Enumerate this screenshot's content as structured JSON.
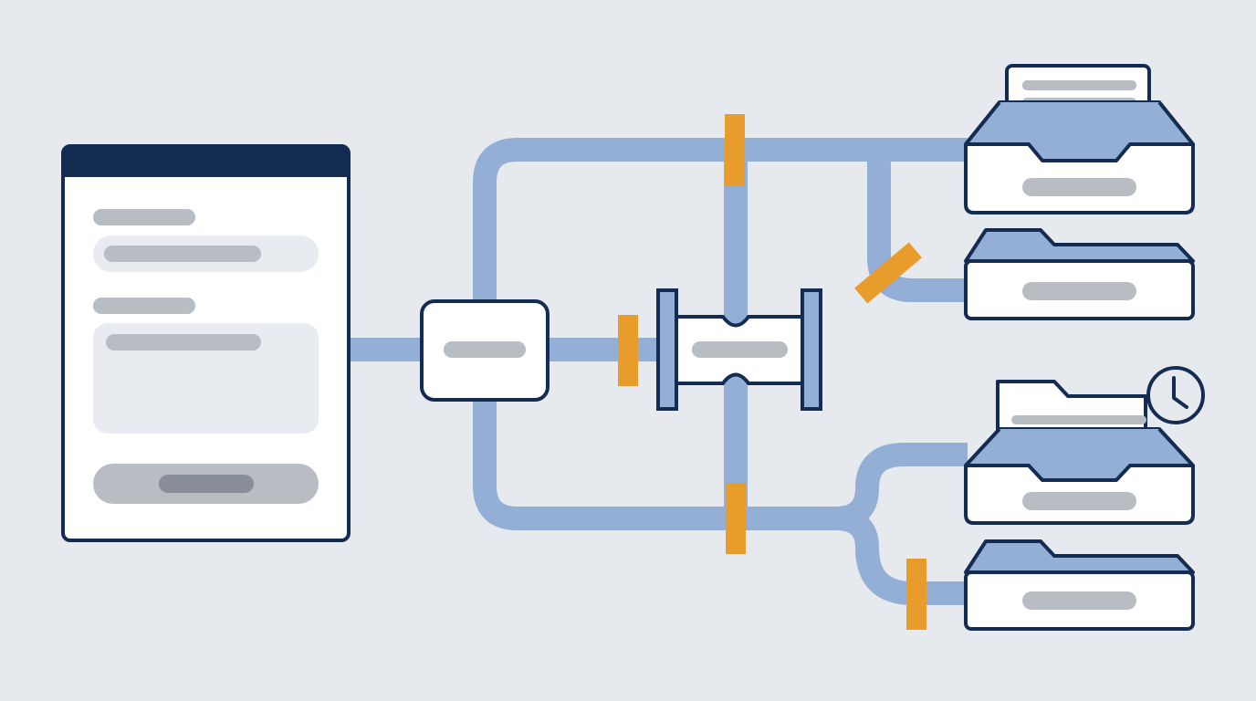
{
  "colors": {
    "background": "#e6eaef",
    "pipe": "#93afd6",
    "navy": "#142c52",
    "white": "#ffffff",
    "placeholder": "#b8bcc3",
    "placeholder_dark": "#878e99",
    "field_fill": "#e8ebef",
    "valve": "#e89c2c",
    "tray_fill": "#93afd6"
  },
  "diagram": {
    "form_window": {
      "icon": "form-window-icon",
      "fields": [
        "short-field",
        "long-field",
        "textarea-field"
      ],
      "action": "submit-button-placeholder"
    },
    "router_box": {
      "icon": "router-node-icon"
    },
    "filter_spool": {
      "icon": "spool-filter-icon"
    },
    "trays": [
      {
        "name": "document-inbox-tray",
        "icon": "inbox-tray-icon",
        "contains": "document"
      },
      {
        "name": "empty-folder-tray",
        "icon": "folder-tray-icon",
        "contains": "none"
      },
      {
        "name": "scheduled-folder-tray",
        "icon": "folder-tray-icon",
        "contains": "folder",
        "badge": "clock-icon"
      },
      {
        "name": "bottom-folder-tray",
        "icon": "folder-tray-icon",
        "contains": "none"
      }
    ],
    "valves": [
      "valve-top",
      "valve-middle",
      "valve-diagonal",
      "valve-bottom",
      "valve-bottom-right"
    ]
  }
}
